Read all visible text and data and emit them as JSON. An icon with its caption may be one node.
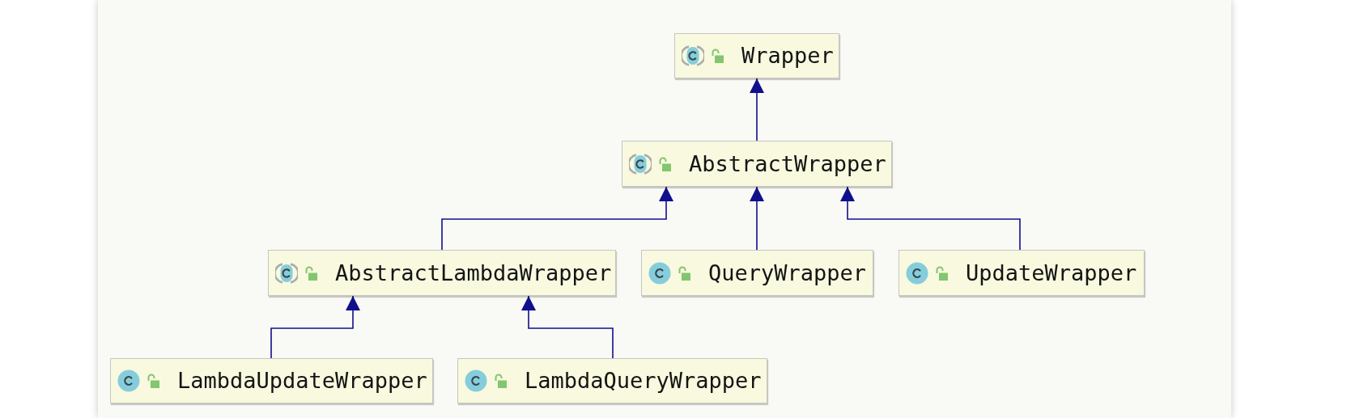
{
  "diagram": {
    "nodes": [
      {
        "text": [
          "Wrapper"
        ]
      },
      {
        "text": [
          "AbstractWrapper"
        ]
      },
      {
        "text": [
          "AbstractLambdaWrapper"
        ]
      },
      {
        "text": [
          "QueryWrapper"
        ]
      },
      {
        "text": [
          "UpdateWrapper"
        ]
      },
      {
        "text": [
          "LambdaUpdateWrapper"
        ]
      },
      {
        "text": [
          "LambdaQueryWrapper"
        ]
      }
    ],
    "edges": [
      {
        "from": 1,
        "to": 0,
        "arrow": "to"
      },
      {
        "from": 2,
        "to": 1,
        "arrow": "to"
      },
      {
        "from": 3,
        "to": 1,
        "arrow": "to"
      },
      {
        "from": 4,
        "to": 1,
        "arrow": "to"
      },
      {
        "from": 5,
        "to": 2,
        "arrow": "to"
      },
      {
        "from": 6,
        "to": 2,
        "arrow": "to"
      }
    ]
  }
}
